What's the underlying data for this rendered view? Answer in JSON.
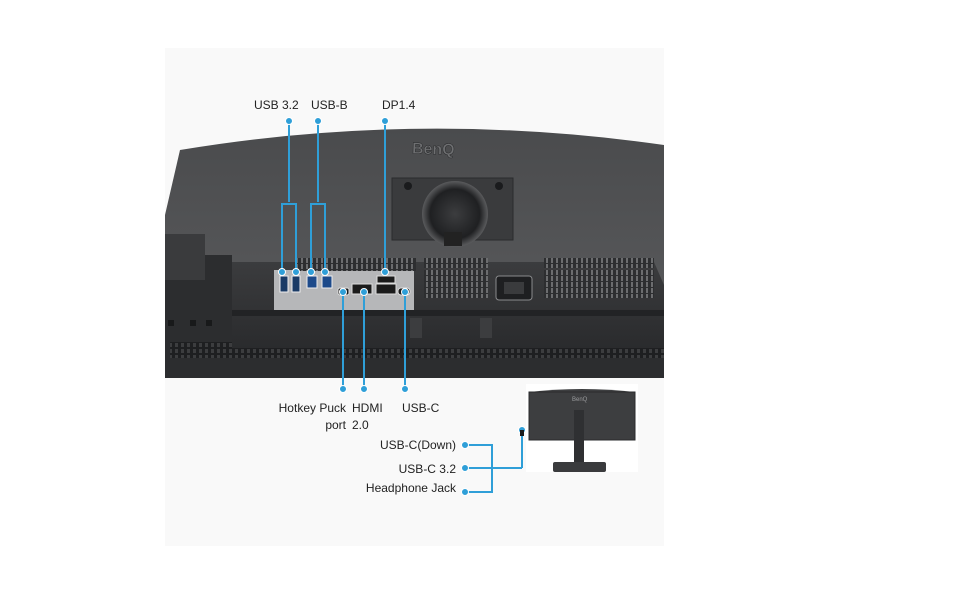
{
  "brand": "BenQ",
  "accent_color": "#2f9fd8",
  "top_labels": {
    "usb32": "USB 3.2",
    "usbb": "USB-B",
    "dp": "DP1.4"
  },
  "bottom_labels": {
    "hotkey_line1": "Hotkey Puck",
    "hotkey_line2": "port",
    "hdmi_line1": "HDMI",
    "hdmi_line2": "2.0",
    "usbc": "USB-C"
  },
  "side_labels": {
    "usbc_down": "USB-C(Down)",
    "usbc32": "USB-C 3.2",
    "headphone": "Headphone Jack"
  }
}
